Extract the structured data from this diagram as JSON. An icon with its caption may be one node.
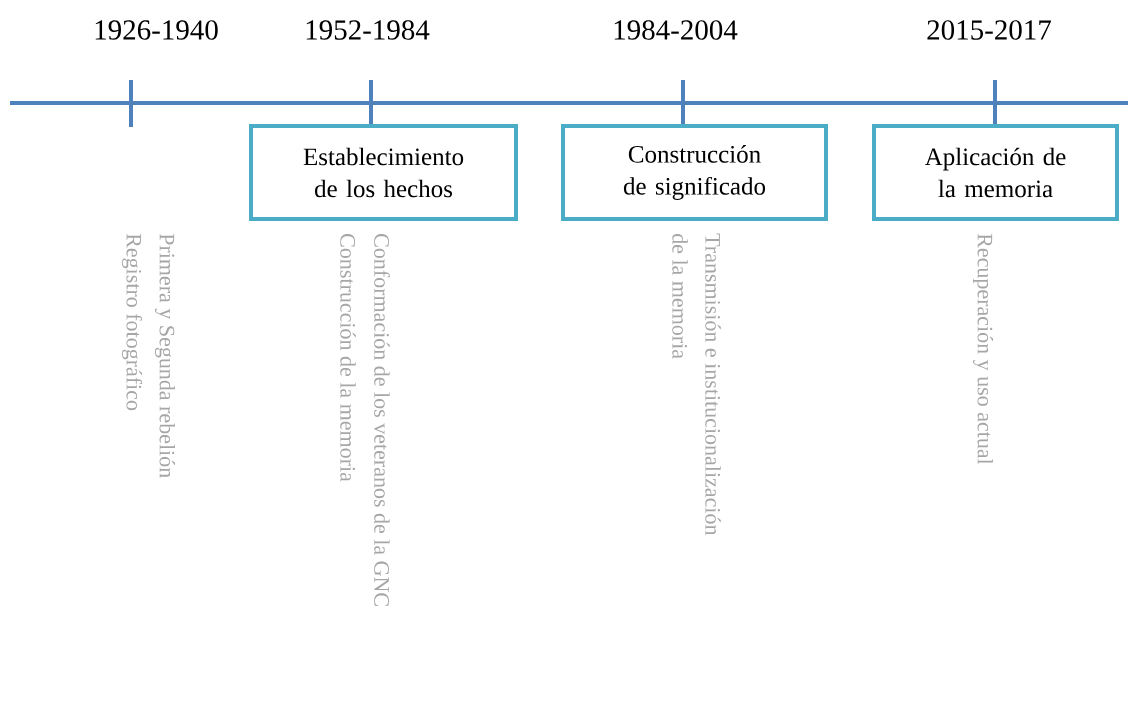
{
  "diagram": {
    "nodes": [
      {
        "text": [
          "Establecimiento de los hechos"
        ]
      },
      {
        "text": [
          "Construcción de significado"
        ]
      },
      {
        "text": [
          "Aplicación de la memoria"
        ]
      }
    ],
    "labels": [
      "1926-1940",
      "1952-1984",
      "1984-2004",
      "2015-2017",
      "Registro fotográfico",
      "Primera y Segunda rebelión",
      "Construcción de la memoria",
      "Conformación de los veteranos de la GNC",
      "de la memoria",
      "Transmisión e institucionalización",
      "Recuperación y uso actual"
    ]
  }
}
